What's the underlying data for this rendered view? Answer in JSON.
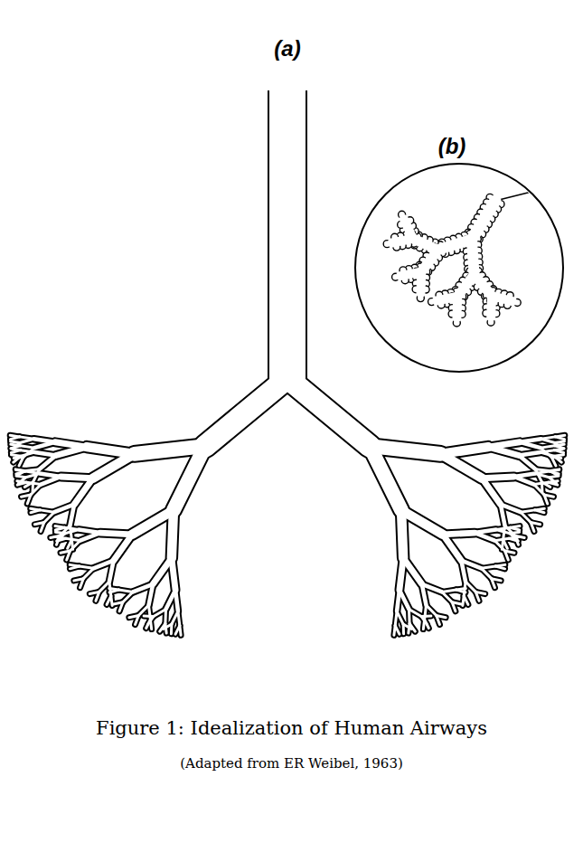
{
  "diagram": {
    "caption": "Figure 1: Idealization of Human Airways",
    "labels": [
      "(a)",
      "(b)",
      "(Adapted from ER Weibel, 1963)"
    ]
  }
}
